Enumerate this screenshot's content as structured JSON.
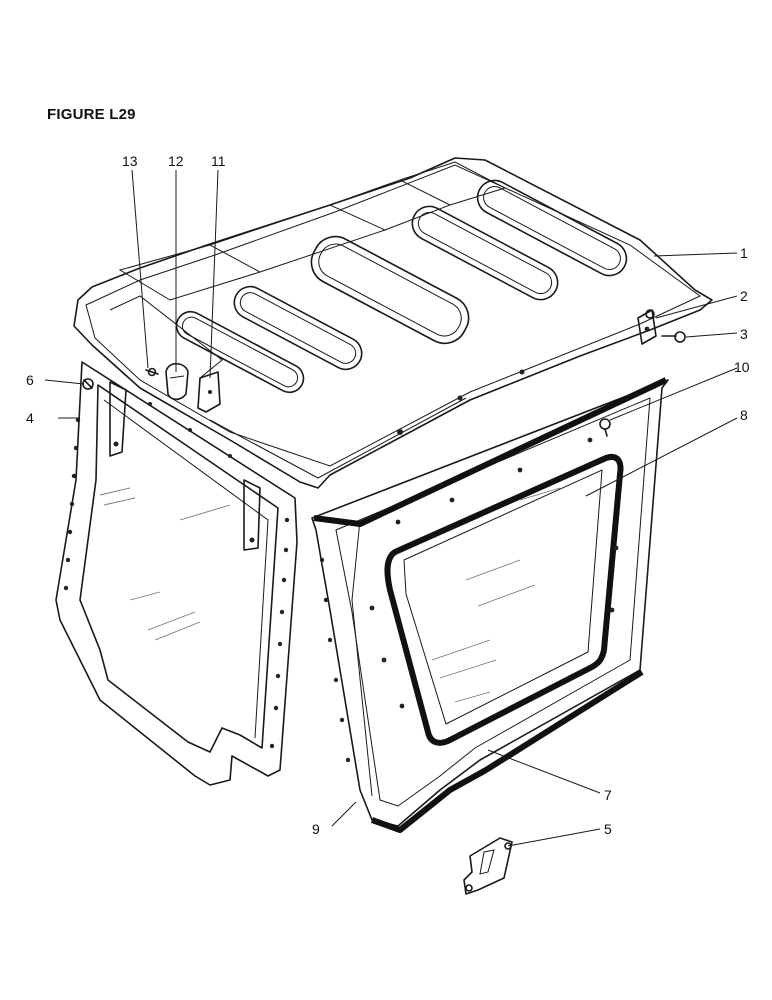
{
  "figure": {
    "title": "FIGURE L29"
  },
  "callouts": [
    {
      "id": "c1",
      "label": "1"
    },
    {
      "id": "c2",
      "label": "2"
    },
    {
      "id": "c3",
      "label": "3"
    },
    {
      "id": "c4",
      "label": "4"
    },
    {
      "id": "c5",
      "label": "5"
    },
    {
      "id": "c6",
      "label": "6"
    },
    {
      "id": "c7",
      "label": "7"
    },
    {
      "id": "c8",
      "label": "8"
    },
    {
      "id": "c9",
      "label": "9"
    },
    {
      "id": "c10",
      "label": "10"
    },
    {
      "id": "c11",
      "label": "11"
    },
    {
      "id": "c12",
      "label": "12"
    },
    {
      "id": "c13",
      "label": "13"
    }
  ]
}
